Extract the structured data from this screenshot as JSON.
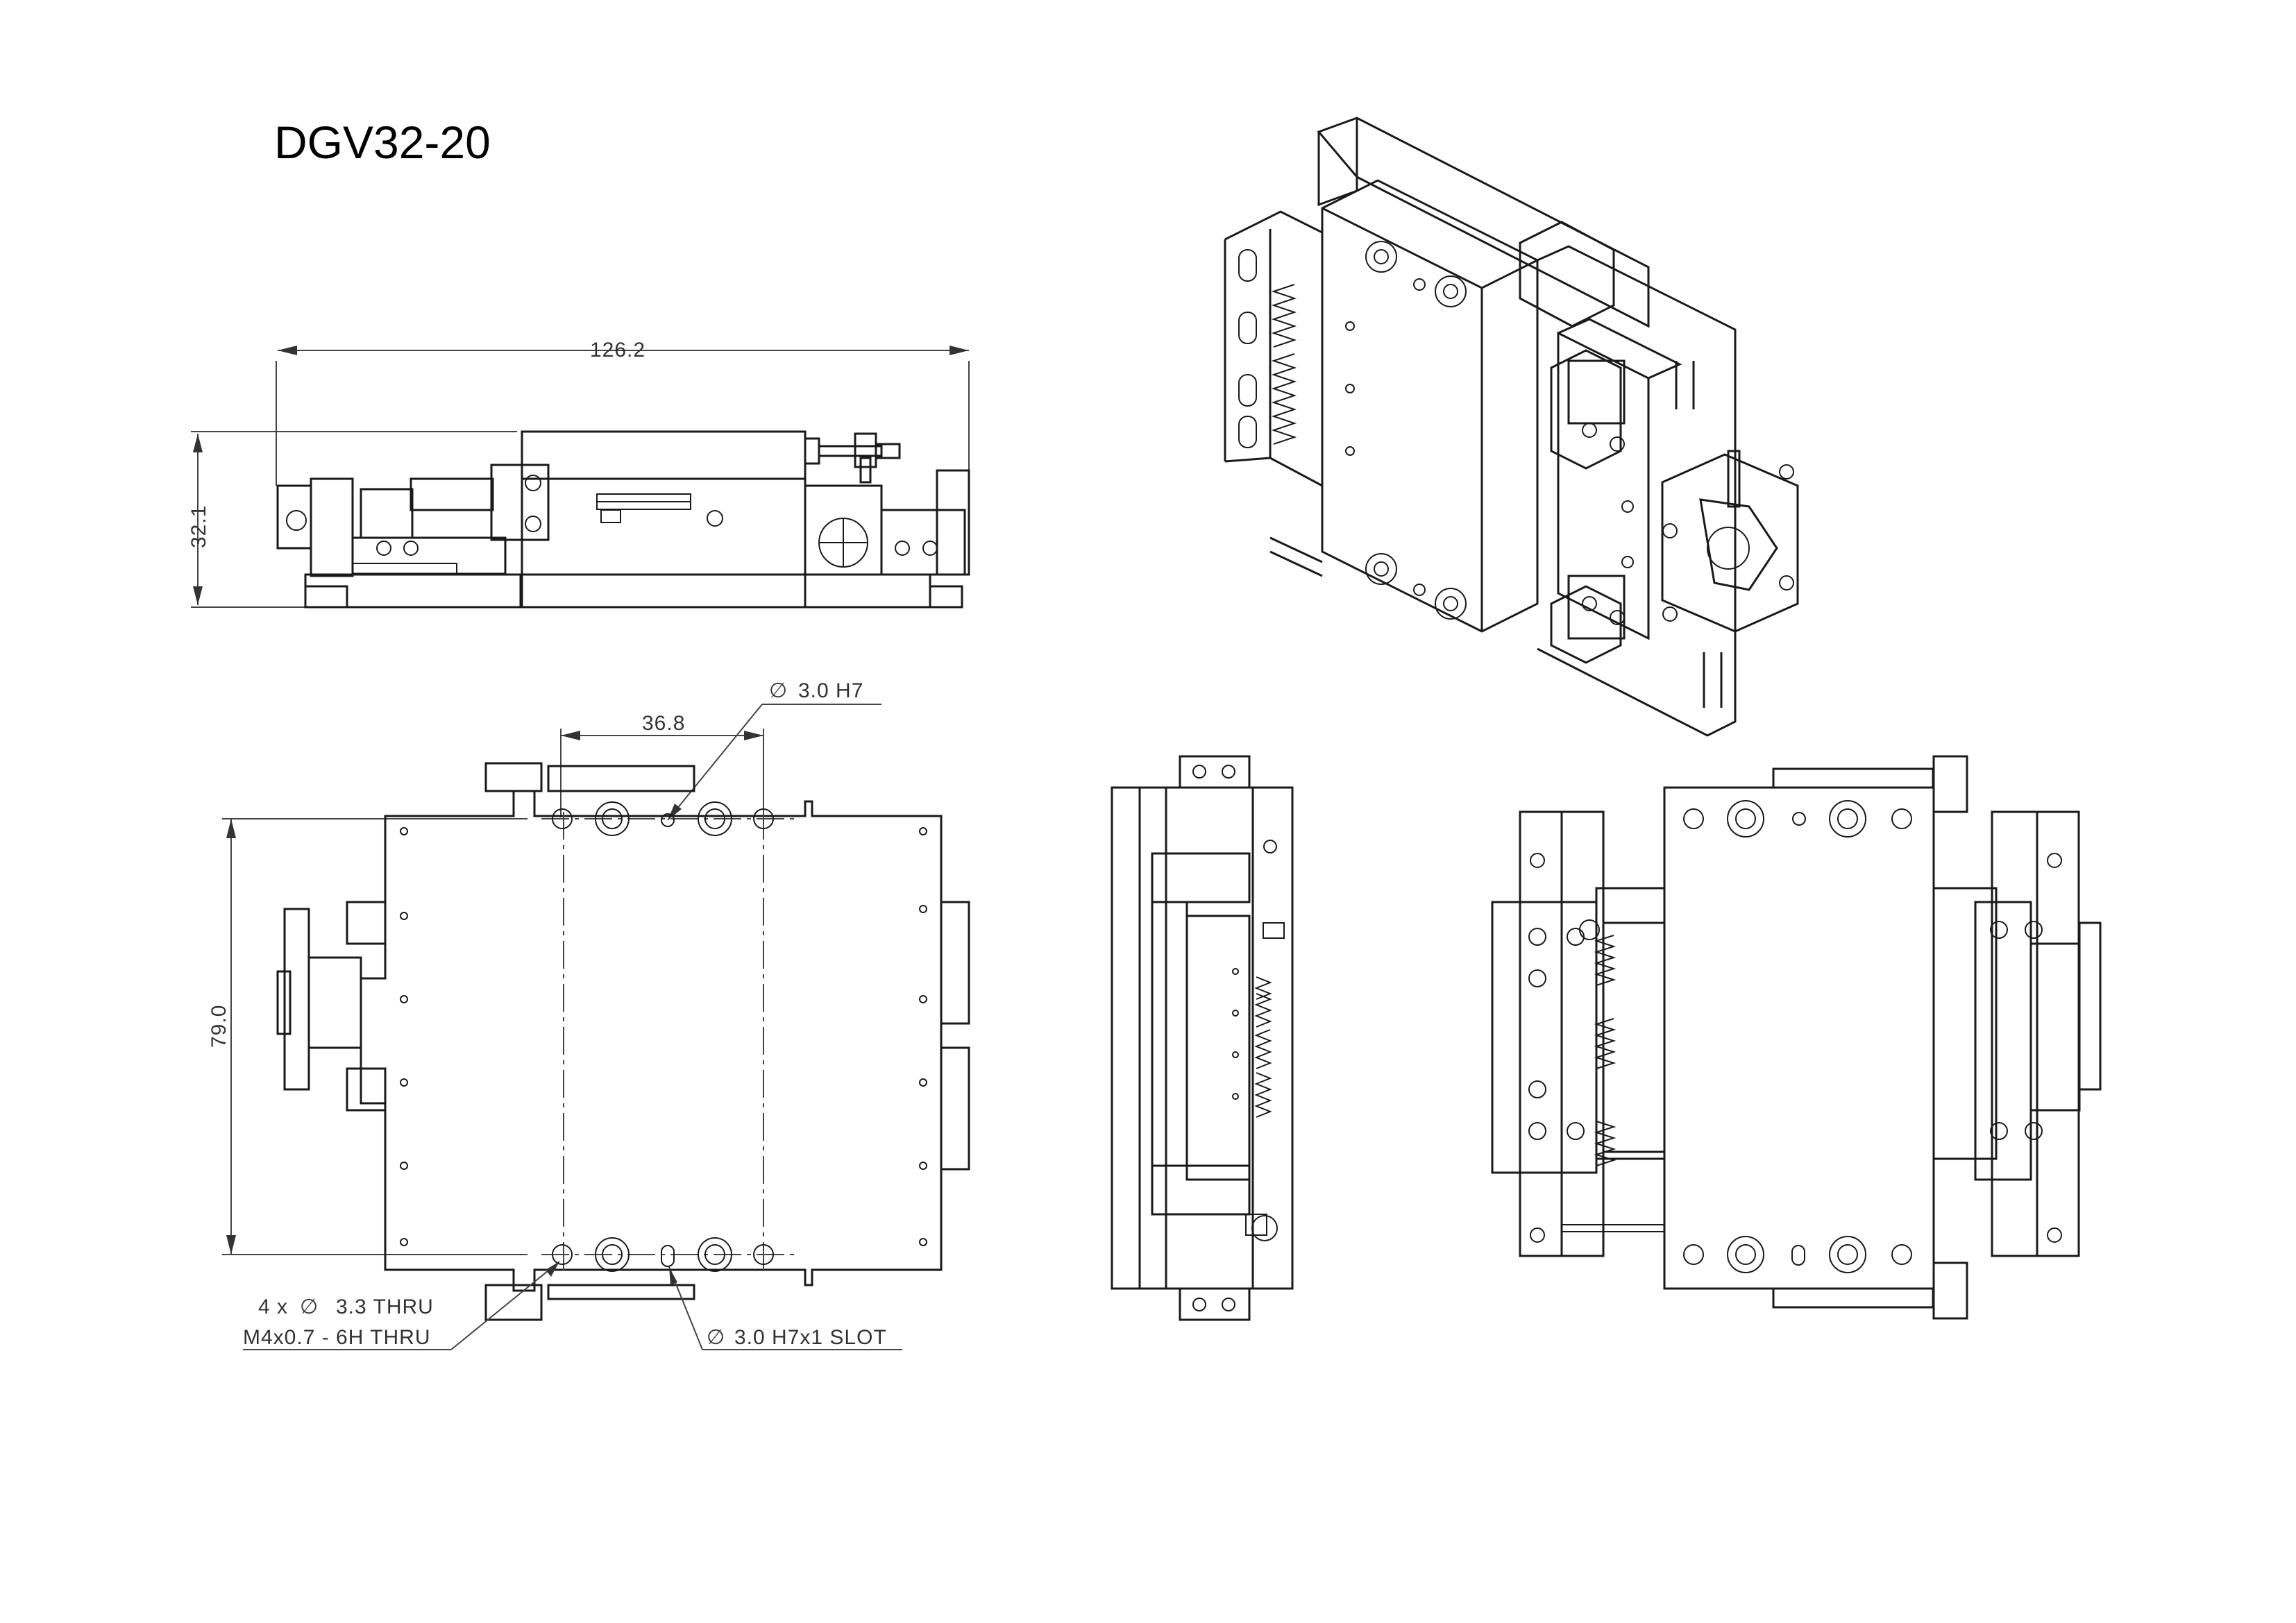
{
  "title": "DGV32-20",
  "dimensions": {
    "overall_length": "126.2",
    "height": "32.1",
    "pin_spacing": "36.8",
    "width": "79.0"
  },
  "callouts": {
    "dowel_hole": "3.0 H7",
    "through_holes_line1": "4 x",
    "through_holes_dia": "3.3 THRU",
    "through_holes_line2": "M4x0.7 - 6H THRU",
    "slot": "3.0 H7x1 SLOT"
  },
  "symbols": {
    "diameter": "∅"
  },
  "views": [
    "side-view",
    "top-view",
    "end-view",
    "bottom-view",
    "isometric-view"
  ]
}
